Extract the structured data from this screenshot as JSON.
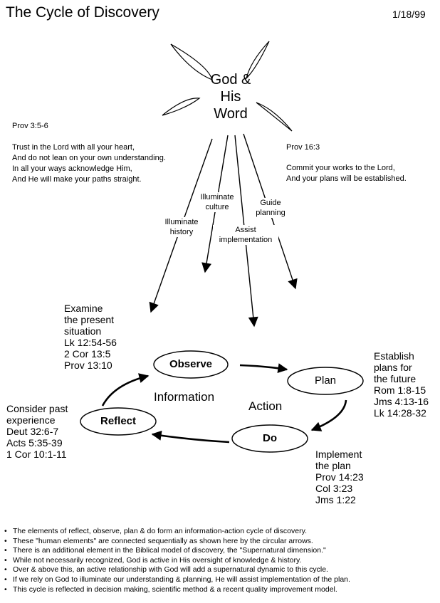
{
  "header": {
    "title": "The Cycle of Discovery",
    "date": "1/18/99"
  },
  "god": {
    "line1": "God &",
    "line2": "His Word"
  },
  "verses": {
    "prov35": {
      "ref": "Prov 3:5-6",
      "text": "Trust in the Lord with all your heart,\nAnd do not lean on your own understanding.\nIn all your ways acknowledge Him,\nAnd He will make your paths straight."
    },
    "prov163": {
      "ref": "Prov 16:3",
      "text": "Commit your works to the Lord,\nAnd your plans will be established."
    }
  },
  "rays": {
    "history": "Illuminate\nhistory",
    "culture": "Illuminate\nculture",
    "implementation": "Assist\nimplementation",
    "planning": "Guide\nplanning"
  },
  "nodes": {
    "observe": "Observe",
    "plan": "Plan",
    "do": "Do",
    "reflect": "Reflect"
  },
  "regions": {
    "information": "Information",
    "action": "Action"
  },
  "descriptions": {
    "observe": "Examine\nthe present\nsituation\nLk 12:54-56\n2 Cor 13:5\nProv 13:10",
    "plan": "Establish\nplans for\nthe future\nRom 1:8-15\nJms 4:13-16\nLk 14:28-32",
    "do": "Implement\nthe plan\nProv 14:23\nCol 3:23\nJms 1:22",
    "reflect": "Consider past\nexperience\nDeut 32:6-7\nActs 5:35-39\n1 Cor 10:1-11"
  },
  "notes": [
    "The elements of reflect, observe, plan & do form an information-action cycle of discovery.",
    "These \"human elements\" are connected sequentially as shown here by the circular arrows.",
    "There is an additional element in the Biblical model of discovery, the \"Supernatural dimension.\"",
    "While not necessarily recognized, God is active in His oversight of knowledge & history.",
    "Over & above this, an active relationship with God will add a supernatural dynamic to this cycle.",
    "If we rely on God to illuminate our understanding & planning, He will assist implementation of the plan.",
    "This cycle is reflected in decision making, scientific method & a recent quality improvement model."
  ]
}
